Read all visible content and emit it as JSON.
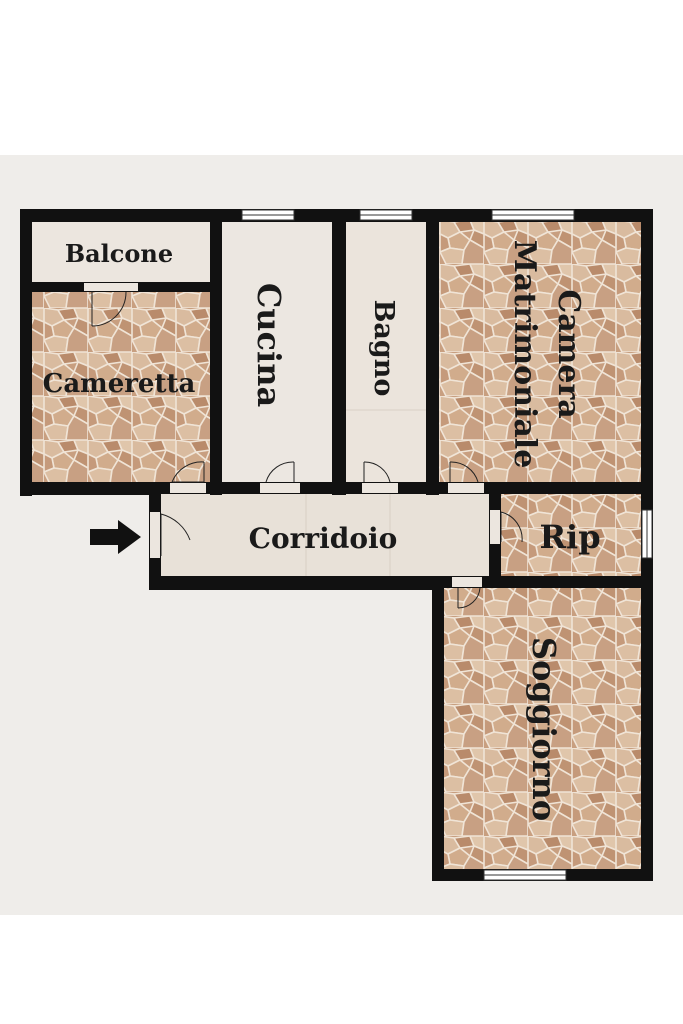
{
  "floorplan": {
    "rooms": {
      "balcone": "Balcone",
      "cameretta": "Cameretta",
      "cucina": "Cucina",
      "bagno": "Bagno",
      "camera_line1": "Camera",
      "camera_line2": "Matrimoniale",
      "corridoio": "Corridoio",
      "rip": "Rip",
      "soggiorno": "Soggiorno"
    },
    "colors": {
      "wall": "#111111",
      "tile_base": "#c9a184",
      "tile_light": "#dcc2a8",
      "tile_grout": "#efe3d6",
      "plain_floor": "#ece6df",
      "canvas": "#efedea"
    },
    "icons": {
      "entrance": "arrow-right-icon",
      "door": "door-swing-icon",
      "window": "window-icon"
    }
  }
}
